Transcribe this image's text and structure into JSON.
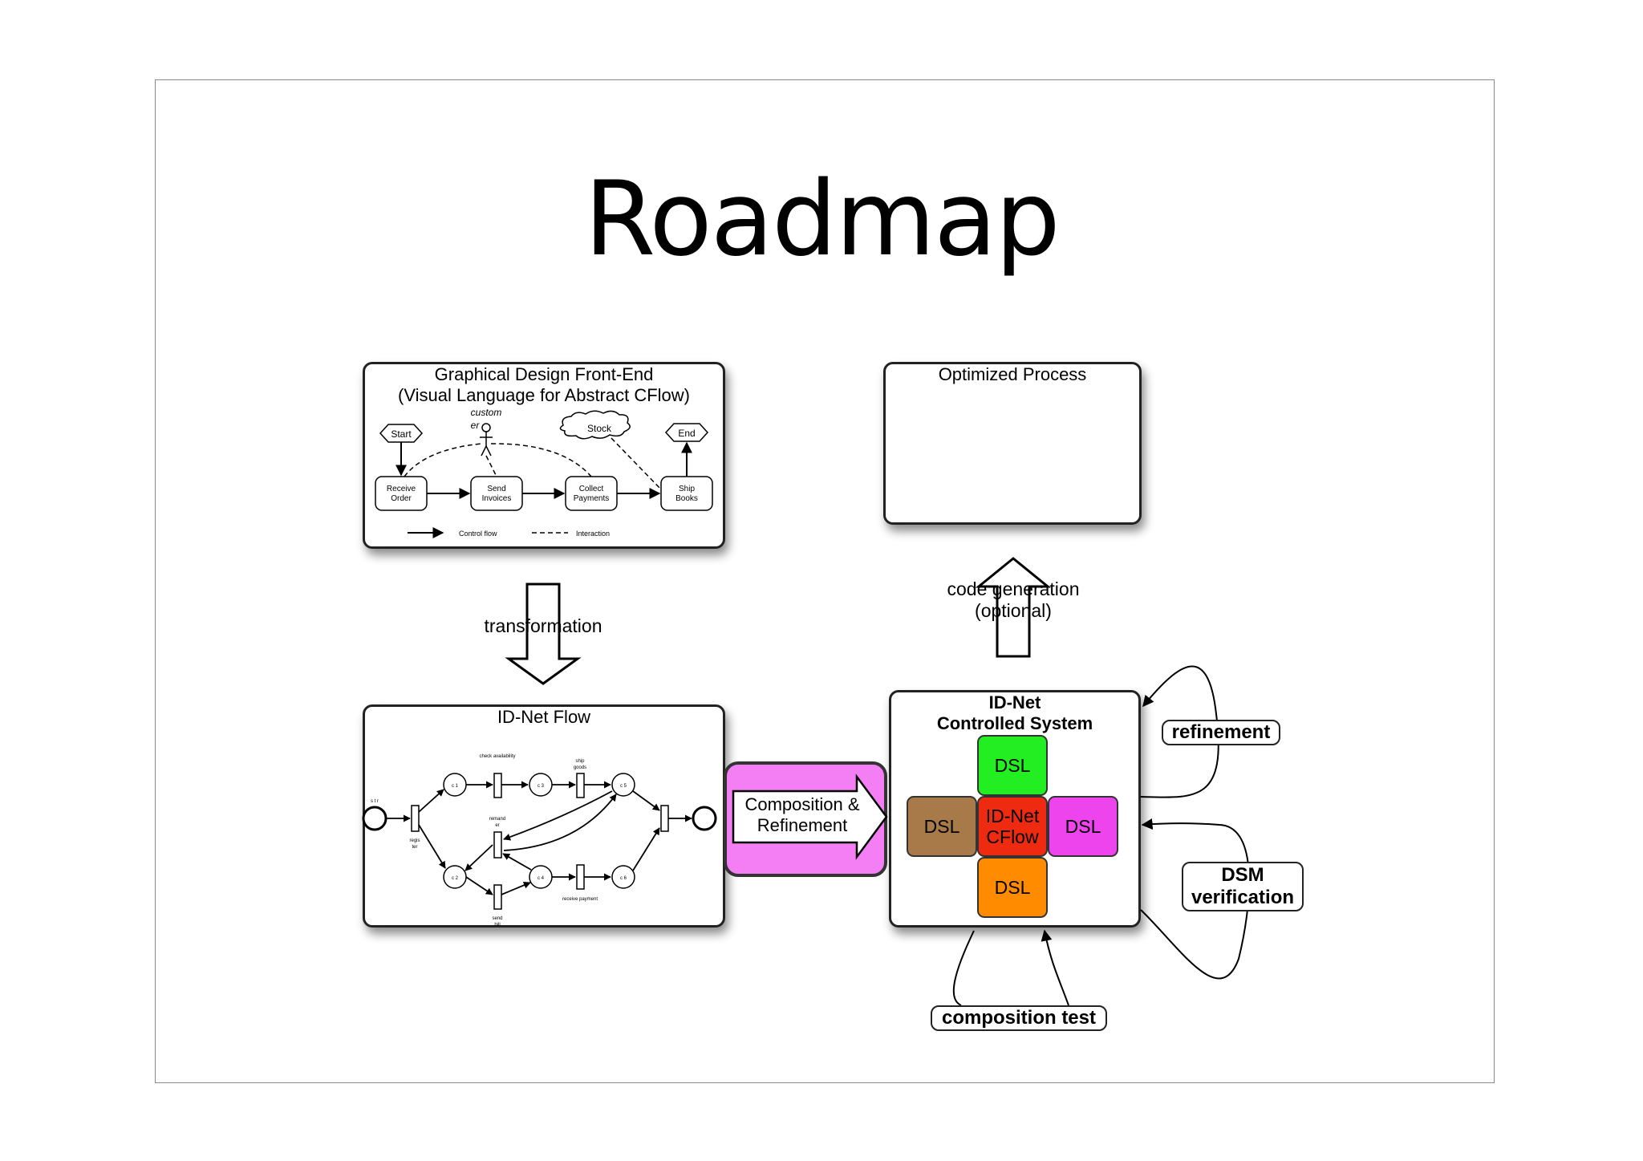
{
  "slide": {
    "title": "Roadmap"
  },
  "frontend_panel": {
    "title_line1": "Graphical Design Front-End",
    "title_line2": "(Visual Language for Abstract CFlow)",
    "nodes": {
      "start": "Start",
      "end": "End",
      "stock": "Stock",
      "customer_line1": "custom",
      "customer_line2": "er",
      "receive_line1": "Receive",
      "receive_line2": "Order",
      "send_line1": "Send",
      "send_line2": "Invoices",
      "collect_line1": "Collect",
      "collect_line2": "Payments",
      "ship_line1": "Ship",
      "ship_line2": "Books"
    },
    "legend": {
      "control_flow": "Control flow",
      "interaction": "Interaction"
    }
  },
  "optimized_panel": {
    "title": "Optimized Process"
  },
  "idnet_flow_panel": {
    "title": "ID-Net Flow",
    "labels": {
      "check_availability": "check availability",
      "ship_goods_line1": "ship",
      "ship_goods_line2": "goods",
      "remand_line1": "remand",
      "remand_line2": "er",
      "regis_line1": "regis",
      "regis_line2": "ter",
      "send_bill_line1": "send",
      "send_bill_line2": "bill",
      "receive_payment": "receive payment",
      "c1": "c 1",
      "c2": "c 2",
      "c3": "c 3",
      "c4": "c 4",
      "c5": "c 5",
      "c6": "c 6",
      "start_mark": "s t r"
    }
  },
  "controlled_system_panel": {
    "title_line1": "ID-Net",
    "title_line2": "Controlled System",
    "dsl_top": "DSL",
    "dsl_left": "DSL",
    "dsl_right": "DSL",
    "dsl_bottom": "DSL",
    "center_line1": "ID-Net",
    "center_line2": "CFlow",
    "colors": {
      "top": "#22ee22",
      "left": "#a87a4a",
      "center": "#ee2a10",
      "right": "#ee44ee",
      "bottom": "#ff8c00"
    }
  },
  "arrows": {
    "transformation": "transformation",
    "code_generation_line1": "code generation",
    "code_generation_line2": "(optional)",
    "composition_line1": "Composition &",
    "composition_line2": "Refinement",
    "composition_bg": "#f47ff4"
  },
  "tags": {
    "refinement": "refinement",
    "dsm_line1": "DSM",
    "dsm_line2": "verification",
    "composition_test": "composition test"
  }
}
